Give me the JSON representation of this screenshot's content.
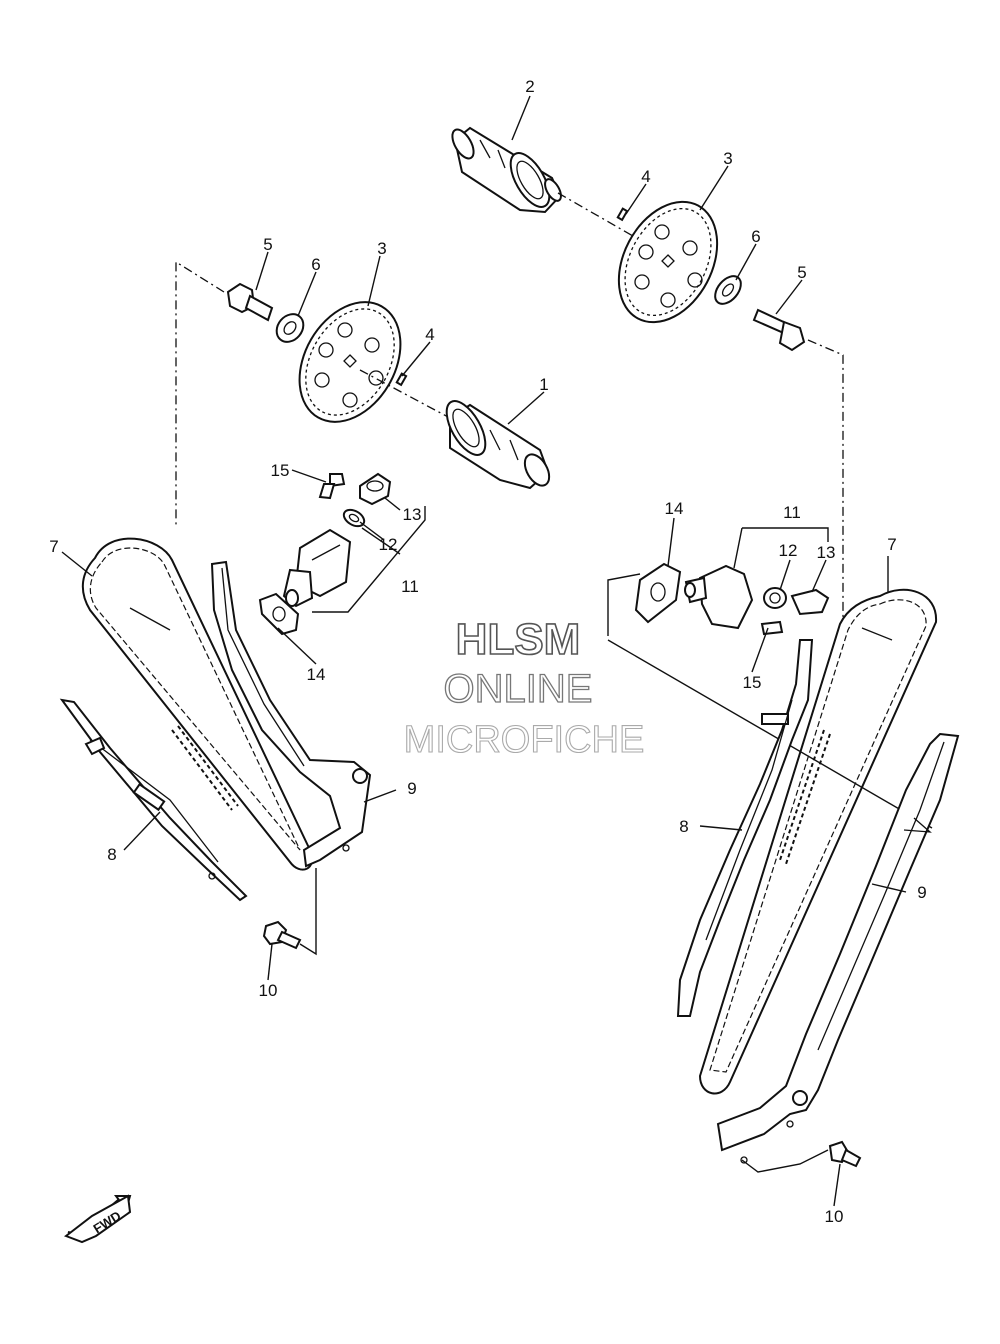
{
  "watermark": {
    "line1": "HLSM",
    "line2": "ONLINE",
    "line3": "MICROFICHE"
  },
  "direction_badge": {
    "text": "FWD",
    "icon": "fwd-arrow-icon"
  },
  "callouts": {
    "c1": "1",
    "c2": "2",
    "c3_left": "3",
    "c3_right": "3",
    "c4_left": "4",
    "c4_right": "4",
    "c5_left": "5",
    "c5_right": "5",
    "c6_left": "6",
    "c6_right": "6",
    "c7_left": "7",
    "c7_right": "7",
    "c8_left": "8",
    "c8_right": "8",
    "c9_left": "9",
    "c9_right": "9",
    "c10_left": "10",
    "c10_right": "10",
    "c11_left": "11",
    "c11_right": "11",
    "c12_left": "12",
    "c12_right": "12",
    "c13_left": "13",
    "c13_right": "13",
    "c14_left": "14",
    "c14_right": "14",
    "c15_left": "15",
    "c15_right": "15"
  }
}
